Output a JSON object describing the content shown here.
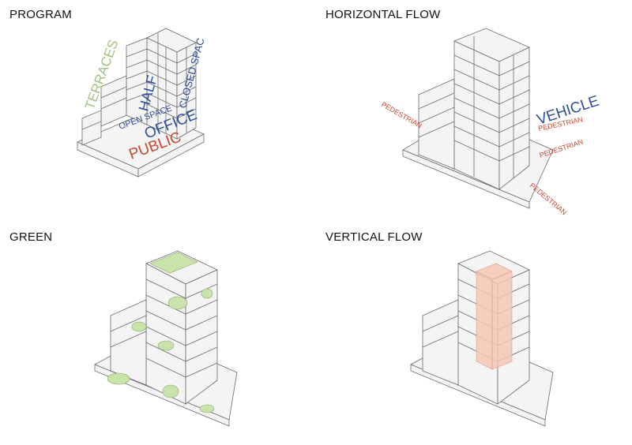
{
  "panels": {
    "program": {
      "title": "PROGRAM",
      "labels": {
        "terraces": "TERRACES",
        "half": "HALF",
        "open_space": "OPEN SPACE",
        "closed_space": "CLOSED SPAC",
        "office": "OFFICE",
        "public": "PUBLIC"
      }
    },
    "horizontal_flow": {
      "title": "HORIZONTAL FLOW",
      "labels": {
        "vehicle": "VEHICLE",
        "pedestrian_a": "PEDESTRIAN",
        "pedestrian_b": "PEDESTRIAN",
        "pedestrian_c": "PEDESTRIAN",
        "pedestrian_d": "PEDESTRIAN"
      }
    },
    "green": {
      "title": "GREEN"
    },
    "vertical_flow": {
      "title": "VERTICAL FLOW"
    }
  },
  "colors": {
    "line": "#6b6b6b",
    "fill": "#f4f4f4",
    "blue_label": "#2f4e9a",
    "red_label": "#c8472e",
    "green_label": "#9fc27f",
    "green_fill": "#c9e3ad",
    "core_fill": "#f5c7b4"
  }
}
